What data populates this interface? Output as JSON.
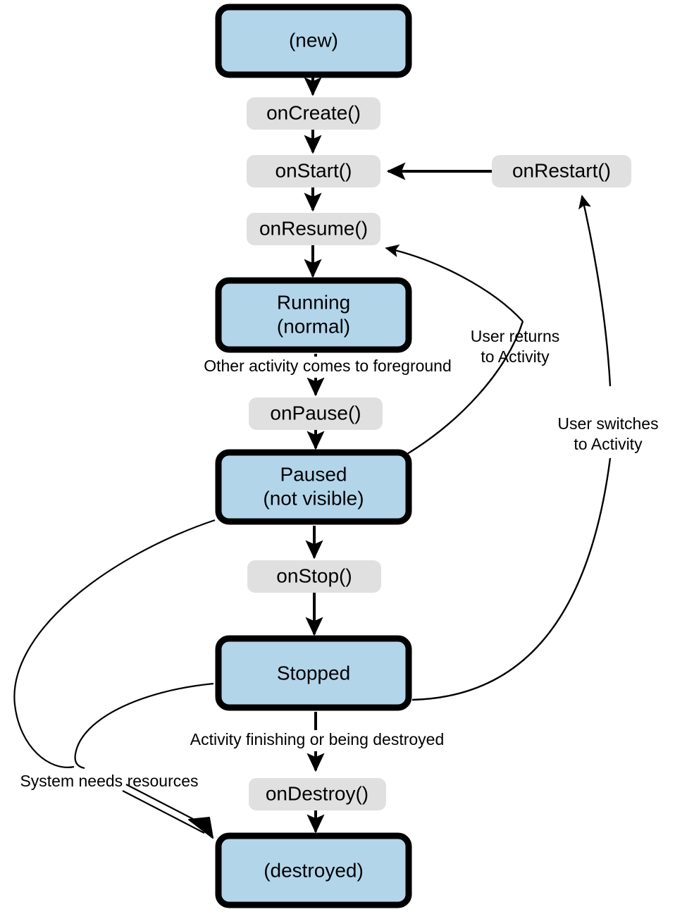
{
  "diagram": {
    "title": "Android Activity Lifecycle",
    "type": "state-machine-flowchart",
    "colors": {
      "state_fill": "#b2d5ea",
      "state_border": "#000000",
      "callback_fill": "#e0e0e0",
      "text": "#000000",
      "background": "#ffffff",
      "arrow": "#000000"
    },
    "states": [
      {
        "id": "new",
        "label": "(new)",
        "label_line1": "(new)",
        "label_line2": ""
      },
      {
        "id": "running",
        "label": "Running (normal)",
        "label_line1": "Running",
        "label_line2": "(normal)"
      },
      {
        "id": "paused",
        "label": "Paused (not visible)",
        "label_line1": "Paused",
        "label_line2": "(not visible)"
      },
      {
        "id": "stopped",
        "label": "Stopped",
        "label_line1": "Stopped",
        "label_line2": ""
      },
      {
        "id": "destroyed",
        "label": "(destroyed)",
        "label_line1": "(destroyed)",
        "label_line2": ""
      }
    ],
    "callbacks": [
      {
        "id": "onCreate",
        "label": "onCreate()"
      },
      {
        "id": "onStart",
        "label": "onStart()"
      },
      {
        "id": "onResume",
        "label": "onResume()"
      },
      {
        "id": "onPause",
        "label": "onPause()"
      },
      {
        "id": "onStop",
        "label": "onStop()"
      },
      {
        "id": "onDestroy",
        "label": "onDestroy()"
      },
      {
        "id": "onRestart",
        "label": "onRestart()"
      }
    ],
    "edge_labels": [
      {
        "id": "other-activity-foreground",
        "text": "Other activity comes to foreground"
      },
      {
        "id": "activity-finishing",
        "text": "Activity finishing or being destroyed"
      },
      {
        "id": "system-needs-resources",
        "text": "System needs resources"
      },
      {
        "id": "user-returns-line1",
        "text": "User returns"
      },
      {
        "id": "user-returns-line2",
        "text": "to Activity"
      },
      {
        "id": "user-switches-line1",
        "text": "User switches"
      },
      {
        "id": "user-switches-line2",
        "text": "to Activity"
      }
    ],
    "transitions": [
      {
        "from": "new",
        "to": "onCreate",
        "label": ""
      },
      {
        "from": "onCreate",
        "to": "onStart",
        "label": ""
      },
      {
        "from": "onStart",
        "to": "onResume",
        "label": ""
      },
      {
        "from": "onResume",
        "to": "running",
        "label": ""
      },
      {
        "from": "running",
        "to": "onPause",
        "label": "Other activity comes to foreground"
      },
      {
        "from": "onPause",
        "to": "paused",
        "label": ""
      },
      {
        "from": "paused",
        "to": "onStop",
        "label": ""
      },
      {
        "from": "onStop",
        "to": "stopped",
        "label": ""
      },
      {
        "from": "stopped",
        "to": "onDestroy",
        "label": "Activity finishing or being destroyed"
      },
      {
        "from": "onDestroy",
        "to": "destroyed",
        "label": ""
      },
      {
        "from": "paused",
        "to": "onResume",
        "label": "User returns to Activity"
      },
      {
        "from": "stopped",
        "to": "onRestart",
        "label": "User switches to Activity"
      },
      {
        "from": "onRestart",
        "to": "onStart",
        "label": ""
      },
      {
        "from": "paused",
        "to": "destroyed",
        "label": "System needs resources"
      },
      {
        "from": "stopped",
        "to": "destroyed",
        "label": "System needs resources"
      }
    ]
  }
}
